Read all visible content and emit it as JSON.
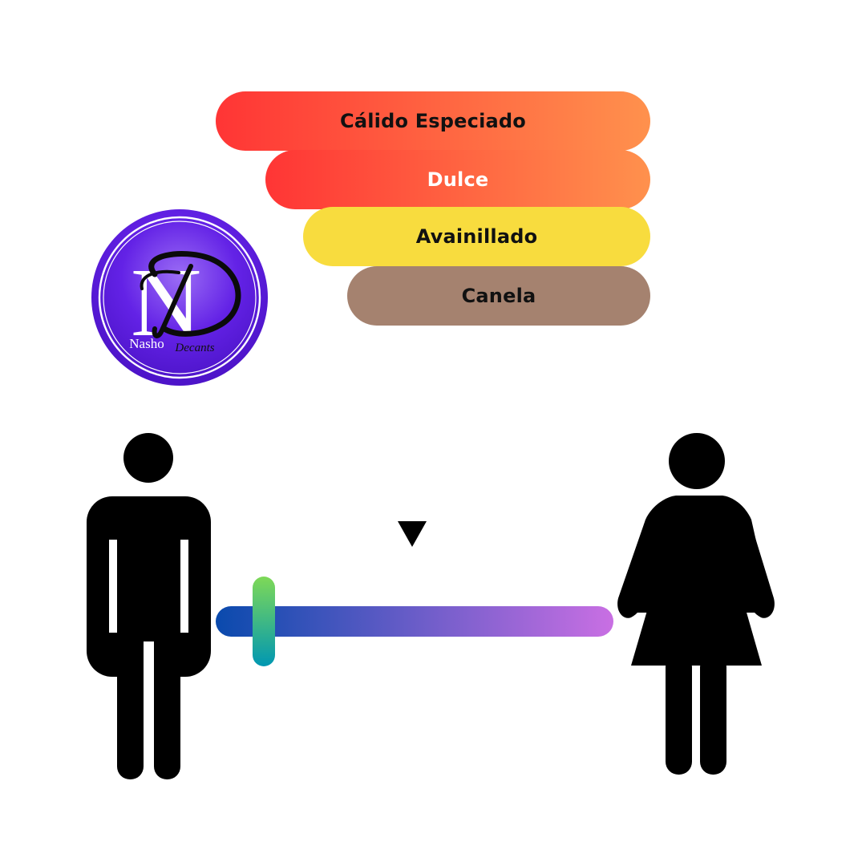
{
  "accords": [
    {
      "label": "Cálido Especiado",
      "color_start": "#ff3535",
      "color_end": "#ff914d"
    },
    {
      "label": "Dulce",
      "color_start": "#ff3535",
      "color_end": "#ff914d"
    },
    {
      "label": "Avainillado",
      "color": "#f8dc3e"
    },
    {
      "label": "Canela",
      "color": "#a5826f"
    }
  ],
  "logo": {
    "letter_n": "N",
    "letter_d": "D",
    "text_left": "Nasho",
    "text_right": "Decants",
    "circle_color": "#6322e6"
  },
  "gender_scale": {
    "left_icon": "male-icon",
    "right_icon": "female-icon",
    "marker_icon": "triangle-down-icon",
    "level": 0.12,
    "track_color_start": "#0a4aad",
    "track_color_end": "#c96fe3",
    "thumb_color_start": "#7ed957",
    "thumb_color_end": "#0097b2"
  }
}
